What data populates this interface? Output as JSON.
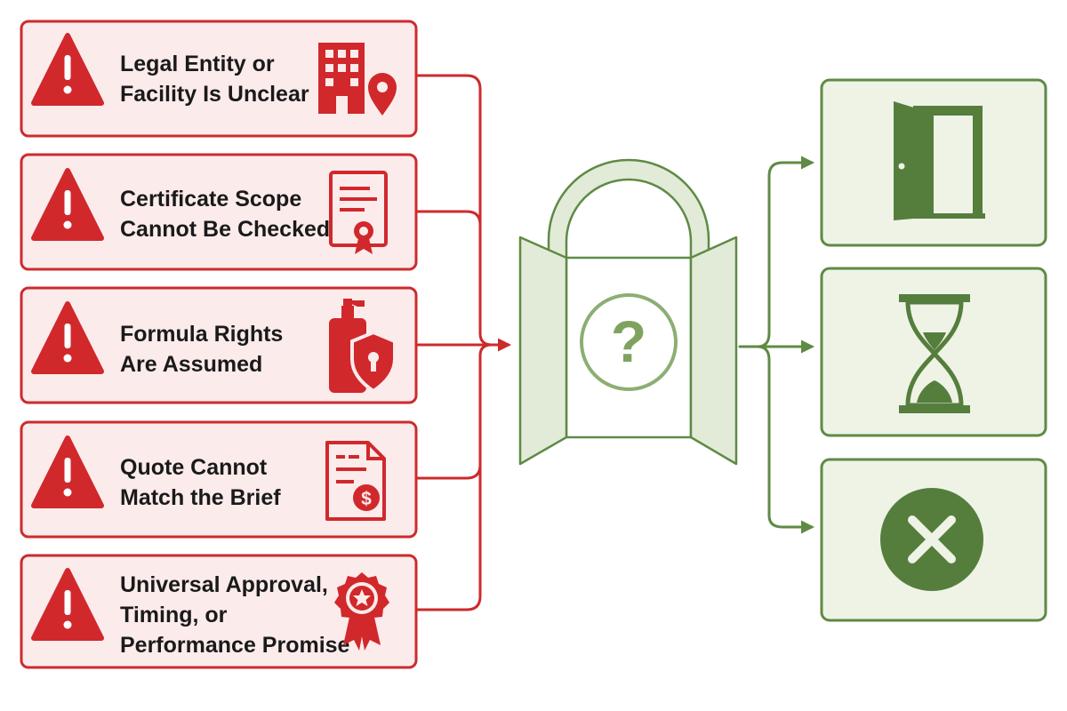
{
  "colors": {
    "risk_stroke": "#cc2b2e",
    "risk_fill": "#fcebeb",
    "risk_icon": "#d1282c",
    "outcome_stroke": "#5f8a45",
    "outcome_fill": "#eef3e6",
    "outcome_icon": "#557e3d",
    "gate_fill": "#e2ebd7"
  },
  "risks": [
    {
      "lines": [
        "Legal Entity or",
        "Facility Is Unclear"
      ],
      "icon": "building-location-icon"
    },
    {
      "lines": [
        "Certificate Scope",
        "Cannot Be Checked"
      ],
      "icon": "certificate-icon"
    },
    {
      "lines": [
        "Formula Rights",
        "Are Assumed"
      ],
      "icon": "bottle-shield-icon"
    },
    {
      "lines": [
        "Quote Cannot",
        "Match the Brief"
      ],
      "icon": "invoice-dollar-icon"
    },
    {
      "lines": [
        "Universal Approval,",
        "Timing, or",
        "Performance Promise"
      ],
      "icon": "award-badge-icon"
    }
  ],
  "gate": {
    "icon": "question-mark-icon",
    "symbol": "?"
  },
  "outcomes": [
    {
      "icon": "open-door-icon"
    },
    {
      "icon": "hourglass-icon"
    },
    {
      "icon": "x-circle-icon"
    }
  ]
}
